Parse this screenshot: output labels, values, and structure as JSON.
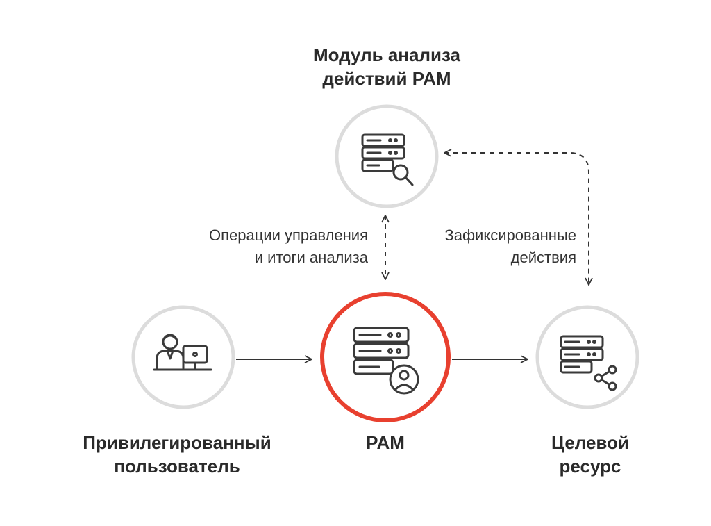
{
  "nodes": {
    "analysis": {
      "title_line1": "Модуль анализа",
      "title_line2": "действий PAM",
      "icon": "server-search-icon"
    },
    "user": {
      "title_line1": "Привилегированный",
      "title_line2": "пользователь",
      "icon": "user-at-workstation-icon"
    },
    "pam": {
      "title": "PAM",
      "icon": "server-user-icon"
    },
    "target": {
      "title_line1": "Целевой",
      "title_line2": "ресурс",
      "icon": "server-share-icon"
    }
  },
  "edges": {
    "ops": {
      "line1": "Операции управления",
      "line2": "и итоги анализа"
    },
    "logged": {
      "line1": "Зафиксированные",
      "line2": "действия"
    }
  },
  "colors": {
    "circle_gray": "#dcdcdc",
    "circle_accent": "#e8402f",
    "icon": "#3a3a3a",
    "arrow": "#333333"
  }
}
